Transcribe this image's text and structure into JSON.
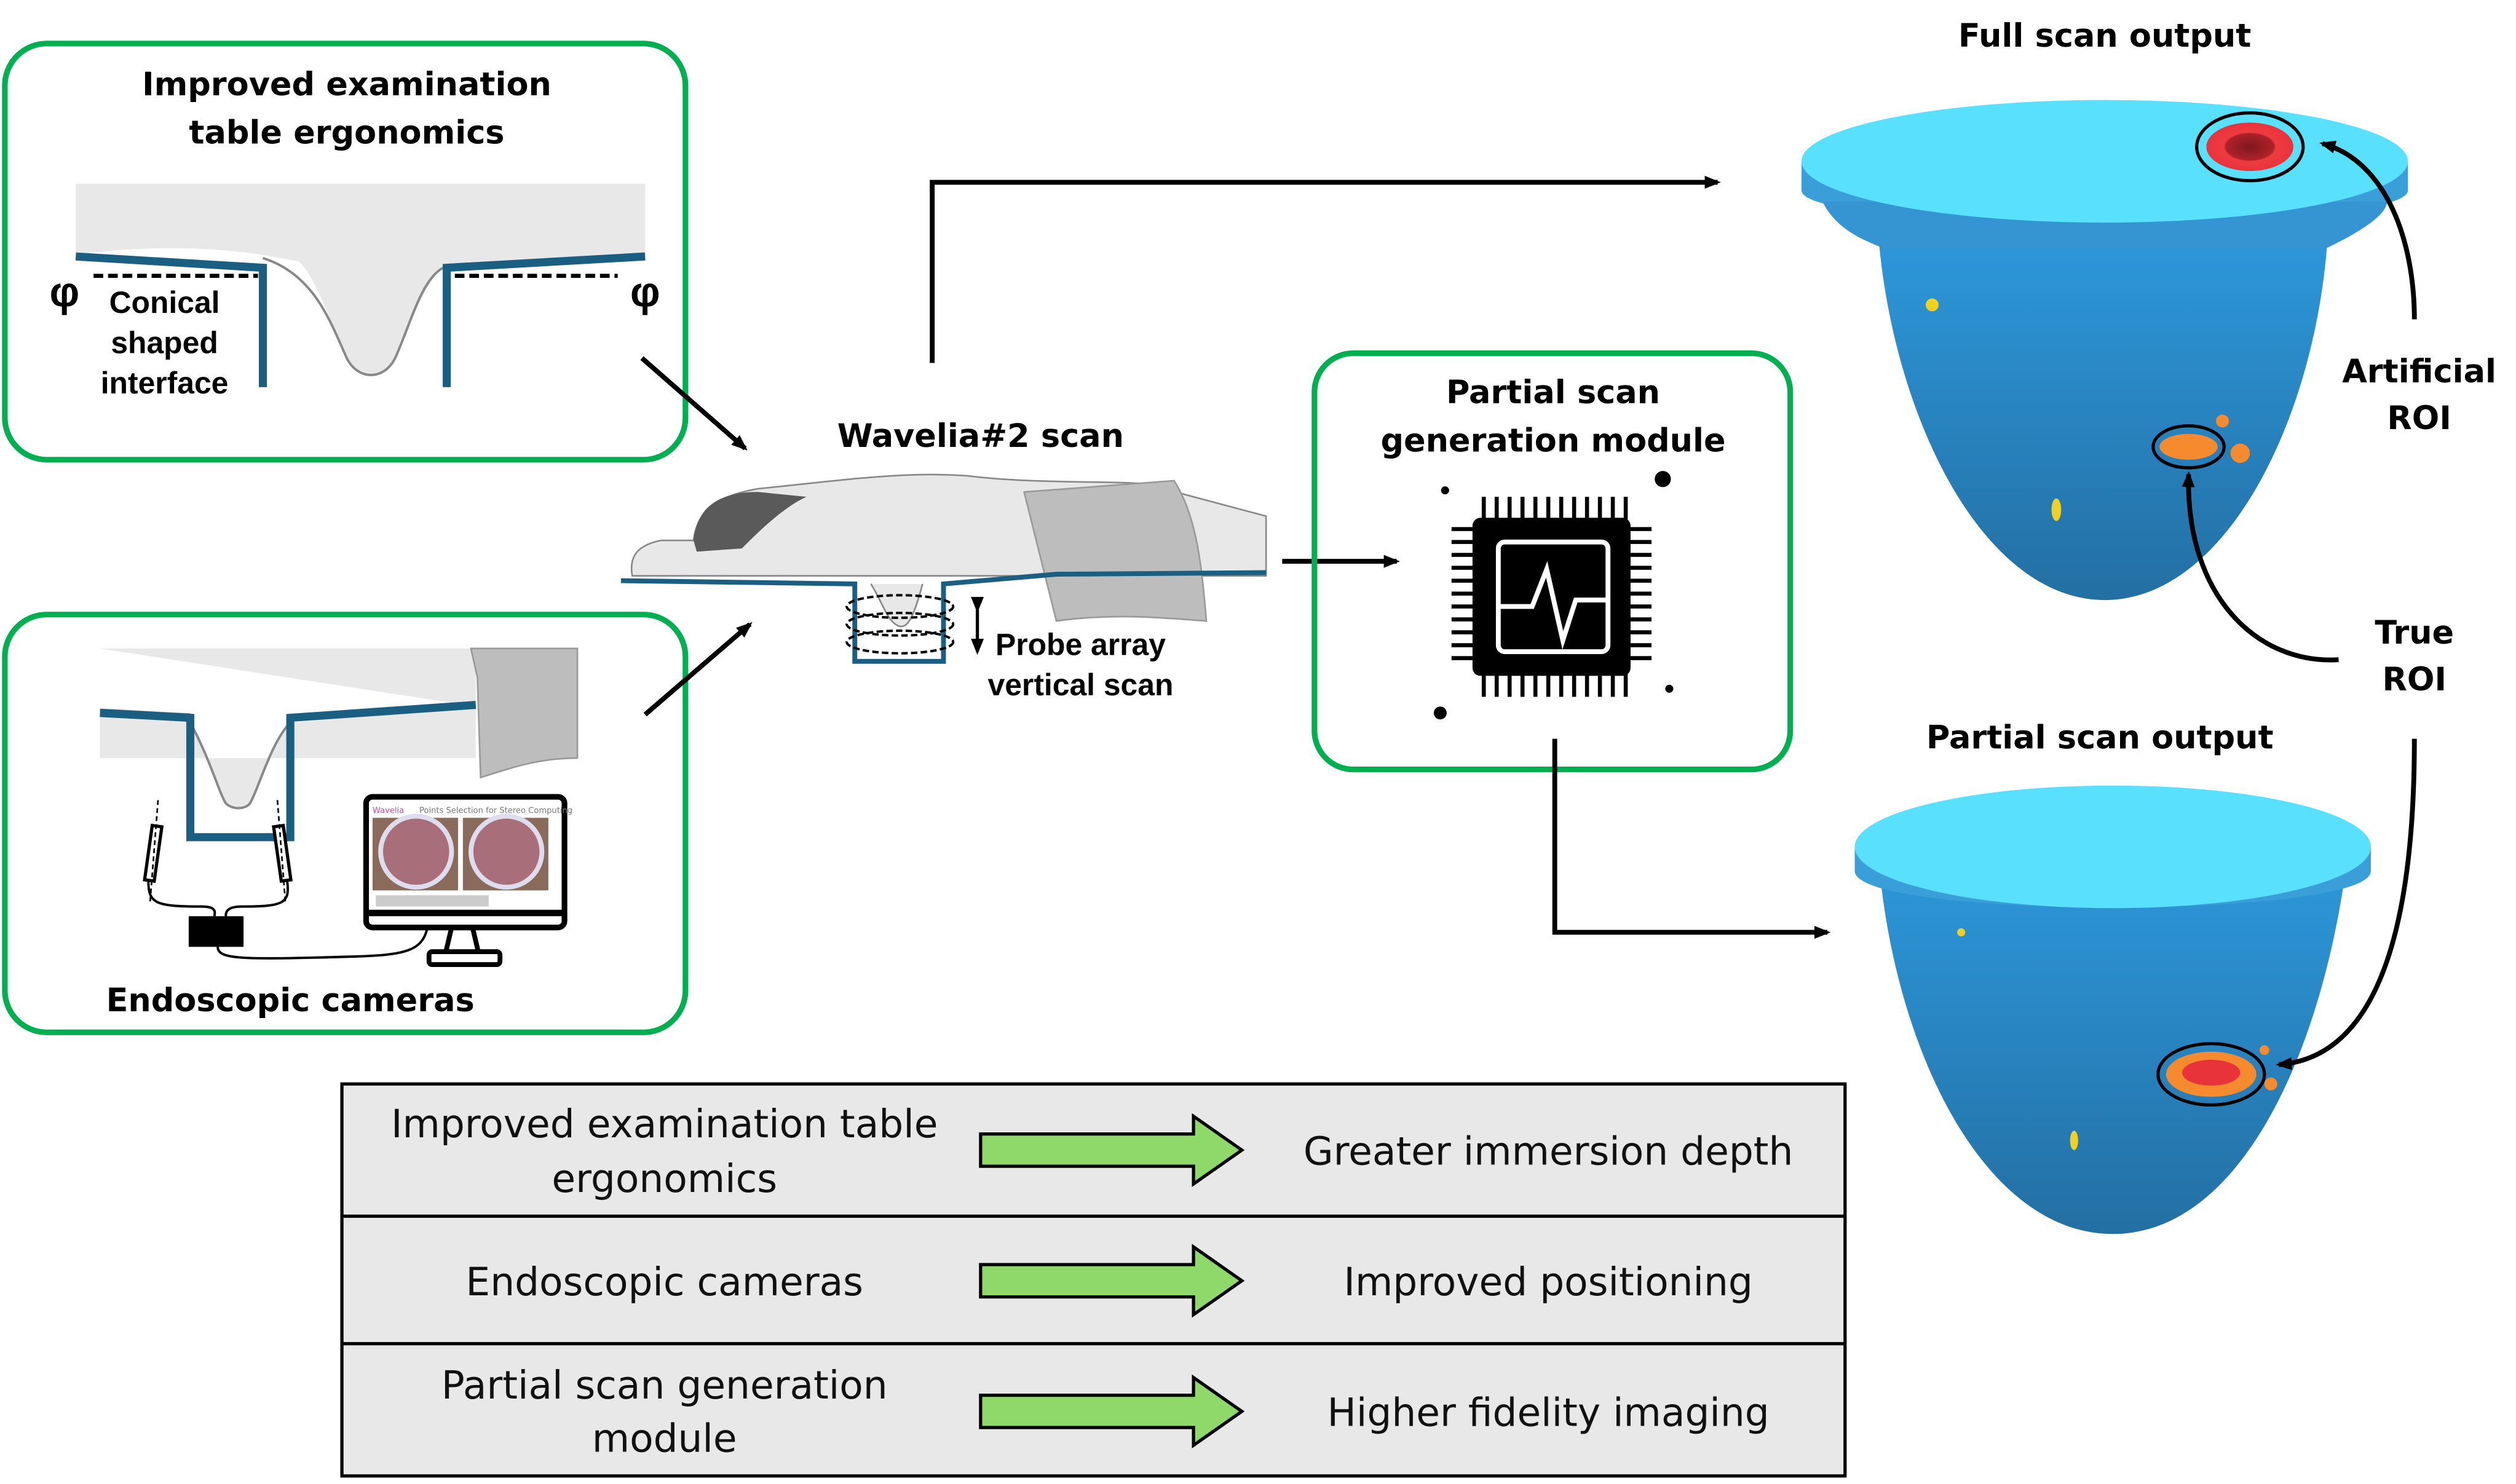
{
  "colors": {
    "box_border": "#00b050",
    "table_blue": "#1a5e82",
    "heart_top": "#58e0fd",
    "heart_body": "#2a8fd0",
    "roi_red": "#e8333a",
    "roi_orange": "#f58a2e",
    "table_arrow": "#8ed96a",
    "table_bg": "#e8e8e8"
  },
  "ergonomics_box": {
    "title_line1": "Improved examination",
    "title_line2": "table ergonomics",
    "label_line1": "Conical",
    "label_line2": "shaped",
    "label_line3": "interface",
    "angle_symbol": "φ"
  },
  "endoscopic_box": {
    "title": "Endoscopic cameras",
    "screen_logo": "Wavelia",
    "screen_title": "Points Selection for Stereo Computing"
  },
  "scan": {
    "title": "Wavelia#2 scan",
    "probe_line1": "Probe array",
    "probe_line2": "vertical scan"
  },
  "module_box": {
    "title_line1": "Partial scan",
    "title_line2": "generation module",
    "icon": "chip-waveform-icon"
  },
  "outputs": {
    "full_title": "Full scan output",
    "partial_title": "Partial scan output",
    "artificial_line1": "Artificial",
    "artificial_line2": "ROI",
    "true_line1": "True",
    "true_line2": "ROI"
  },
  "summary_table": {
    "rows": [
      {
        "cause_line1": "Improved examination table",
        "cause_line2": "ergonomics",
        "effect": "Greater immersion depth"
      },
      {
        "cause_line1": "Endoscopic cameras",
        "cause_line2": "",
        "effect": "Improved positioning"
      },
      {
        "cause_line1": "Partial scan generation",
        "cause_line2": "module",
        "effect": "Higher fidelity imaging"
      }
    ]
  }
}
